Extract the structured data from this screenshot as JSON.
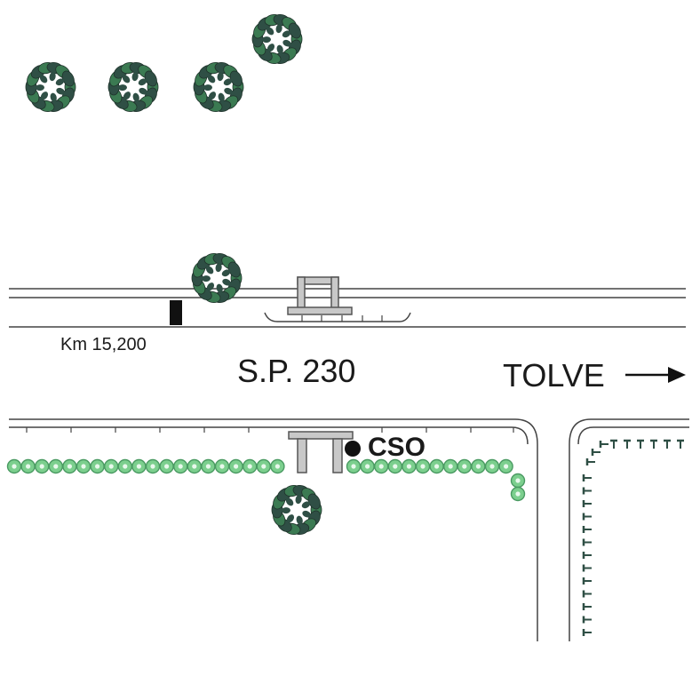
{
  "labels": {
    "road": "S.P. 230",
    "direction": "TOLVE",
    "km_marker": "Km 15,200",
    "station": "CSO"
  },
  "colors": {
    "line": "#444444",
    "tree_dark": "#2f4f45",
    "tree_mid": "#3b7a52",
    "hedge": "#7ccf8e",
    "hedge_dark": "#4a9a62",
    "shelter_fill": "#c8c8c8",
    "shelter_stroke": "#555555",
    "marker": "#111111",
    "spike": "#2f4f45"
  },
  "icons": {
    "tree": "tree-icon",
    "arrow": "arrow-right-icon",
    "station": "station-dot-icon"
  }
}
